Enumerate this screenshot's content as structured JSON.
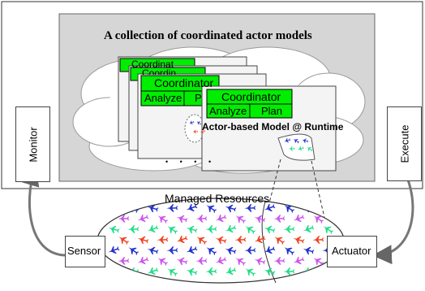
{
  "title": "A collection of coordinated actor models",
  "card": {
    "coordinator_label": "Coordinator",
    "analyze_label": "Analyze",
    "plan_label": "Plan",
    "model_label": "Actor-based Model @ Runtime"
  },
  "stack_labels": {
    "card2_coordinator": "Coordinator",
    "card2_analyze": "Analyze",
    "card2_plan_fragment": "P",
    "card3_fragment": "Coordin",
    "card4_fragment": "Coordinat"
  },
  "ellipsis": "• • • •",
  "monitor_label": "Monitor",
  "execute_label": "Execute",
  "managed_resources_label": "Managed Resources",
  "sensor_label": "Sensor",
  "actuator_label": "Actuator",
  "colors": {
    "green": "#00ee00",
    "gray_panel": "#d6d6d6",
    "plane_blue": "#2233cc",
    "plane_red": "#ee4422",
    "plane_green": "#22dd88",
    "plane_magenta": "#cc55ee"
  }
}
